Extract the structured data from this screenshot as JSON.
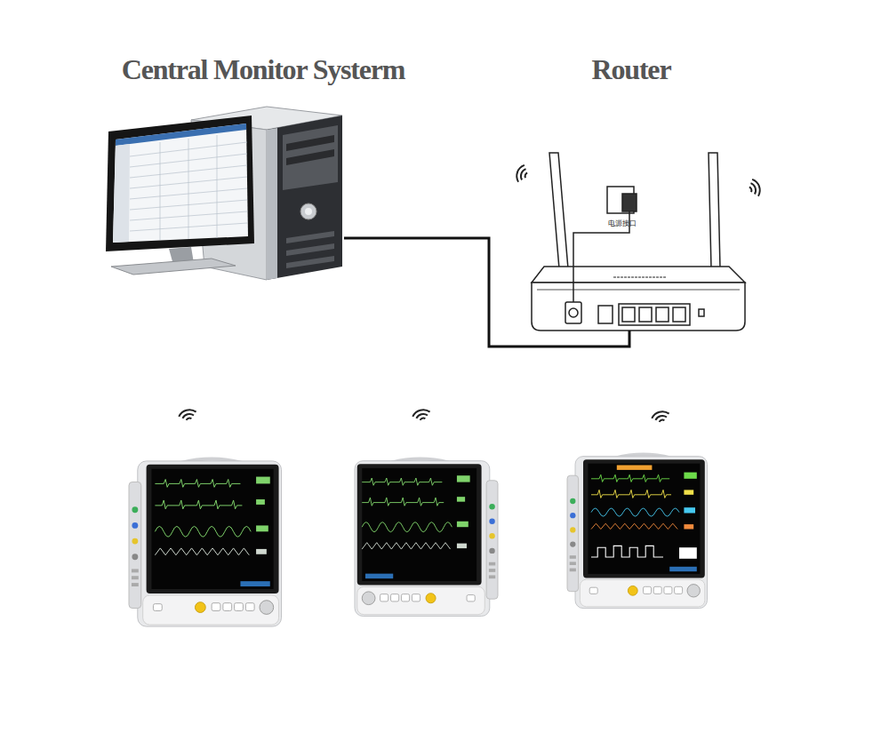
{
  "diagram": {
    "nodes": [
      {
        "text": [
          "Central Monitor Systerm"
        ]
      },
      {
        "text": [
          "Router"
        ]
      }
    ],
    "edges": [
      {
        "from": 0,
        "to": 1,
        "arrow": "none"
      }
    ],
    "labels": [
      "电源接口"
    ]
  }
}
